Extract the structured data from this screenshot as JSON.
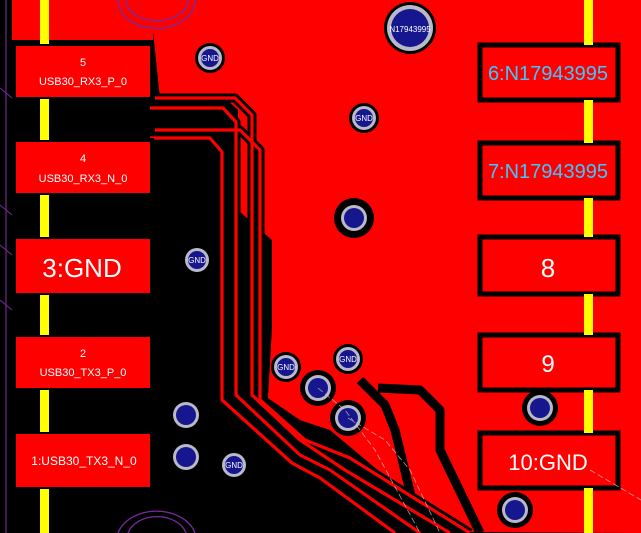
{
  "pcb": {
    "colors": {
      "copper": "#ff0000",
      "background": "#000000",
      "pin_stripe": "#ffff00",
      "via_ring": "#b9b9c7",
      "via_hole": "#16168e",
      "pin_label": "#ffffff",
      "net_label": "#3ec6ff"
    },
    "left_pins": [
      {
        "number": "5",
        "net": "USB30_RX3_P_0"
      },
      {
        "number": "4",
        "net": "USB30_RX3_N_0"
      },
      {
        "number": "",
        "net": "3:GND"
      },
      {
        "number": "2",
        "net": "USB30_TX3_P_0"
      },
      {
        "number": "",
        "net": "1:USB30_TX3_N_0"
      }
    ],
    "right_pins": [
      {
        "label": "6:N17943995"
      },
      {
        "label": "7:N17943995"
      },
      {
        "label": "8"
      },
      {
        "label": "9"
      },
      {
        "label": "10:GND"
      }
    ],
    "vias": [
      {
        "label": "GND"
      },
      {
        "label": "GND"
      },
      {
        "label": "GND"
      },
      {
        "label": "GND"
      },
      {
        "label": "GND"
      },
      {
        "label": "GND"
      },
      {
        "label": "N17943995"
      }
    ]
  }
}
